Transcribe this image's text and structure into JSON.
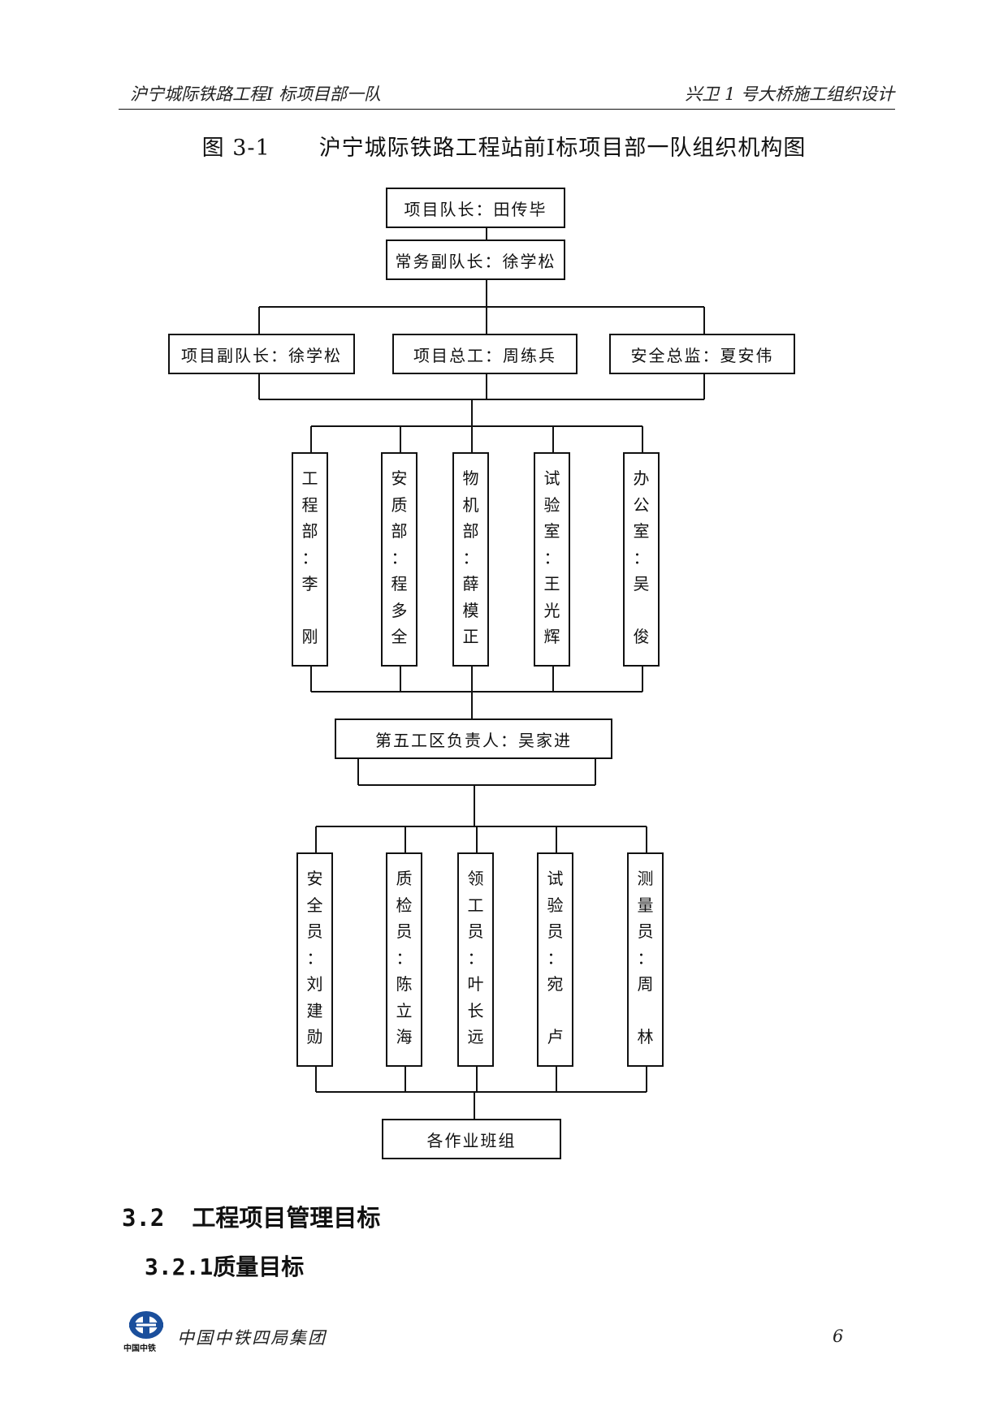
{
  "header": {
    "left": "沪宁城际铁路工程Ⅰ 标项目部一队",
    "right": "兴卫 1 号大桥施工组织设计"
  },
  "figure": {
    "number": "图 3-1",
    "title": "沪宁城际铁路工程站前Ⅰ标项目部一队组织机构图"
  },
  "org": {
    "leader": "项目队长：田传毕",
    "executive_deputy": "常务副队长：徐学松",
    "level2": [
      "项目副队长：徐学松",
      "项目总工：周练兵",
      "安全总监：夏安伟"
    ],
    "departments": [
      [
        "工",
        "程",
        "部",
        "：",
        "李",
        "",
        "刚"
      ],
      [
        "安",
        "质",
        "部",
        "：",
        "程",
        "多",
        "全"
      ],
      [
        "物",
        "机",
        "部",
        "：",
        "薛",
        "模",
        "正"
      ],
      [
        "试",
        "验",
        "室",
        "：",
        "王",
        "光",
        "辉"
      ],
      [
        "办",
        "公",
        "室",
        "：",
        "吴",
        "",
        "俊"
      ]
    ],
    "work_area": "第五工区负责人：吴家进",
    "staff": [
      [
        "安",
        "全",
        "员",
        "：",
        "刘",
        "建",
        "勋"
      ],
      [
        "质",
        "检",
        "员",
        "：",
        "陈",
        "立",
        "海"
      ],
      [
        "领",
        "工",
        "员",
        "：",
        "叶",
        "长",
        "远"
      ],
      [
        "试",
        "验",
        "员",
        "：",
        "宛",
        "",
        "卢"
      ],
      [
        "测",
        "量",
        "员",
        "：",
        "周",
        "",
        "林"
      ]
    ],
    "teams": "各作业班组"
  },
  "sections": {
    "s32_num": "3.2",
    "s32_title": "工程项目管理目标",
    "s321_num": "3.2.1",
    "s321_title": "质量目标"
  },
  "footer": {
    "logo_text": "中国中铁",
    "company": "中国中铁四局集团",
    "page": "6"
  }
}
